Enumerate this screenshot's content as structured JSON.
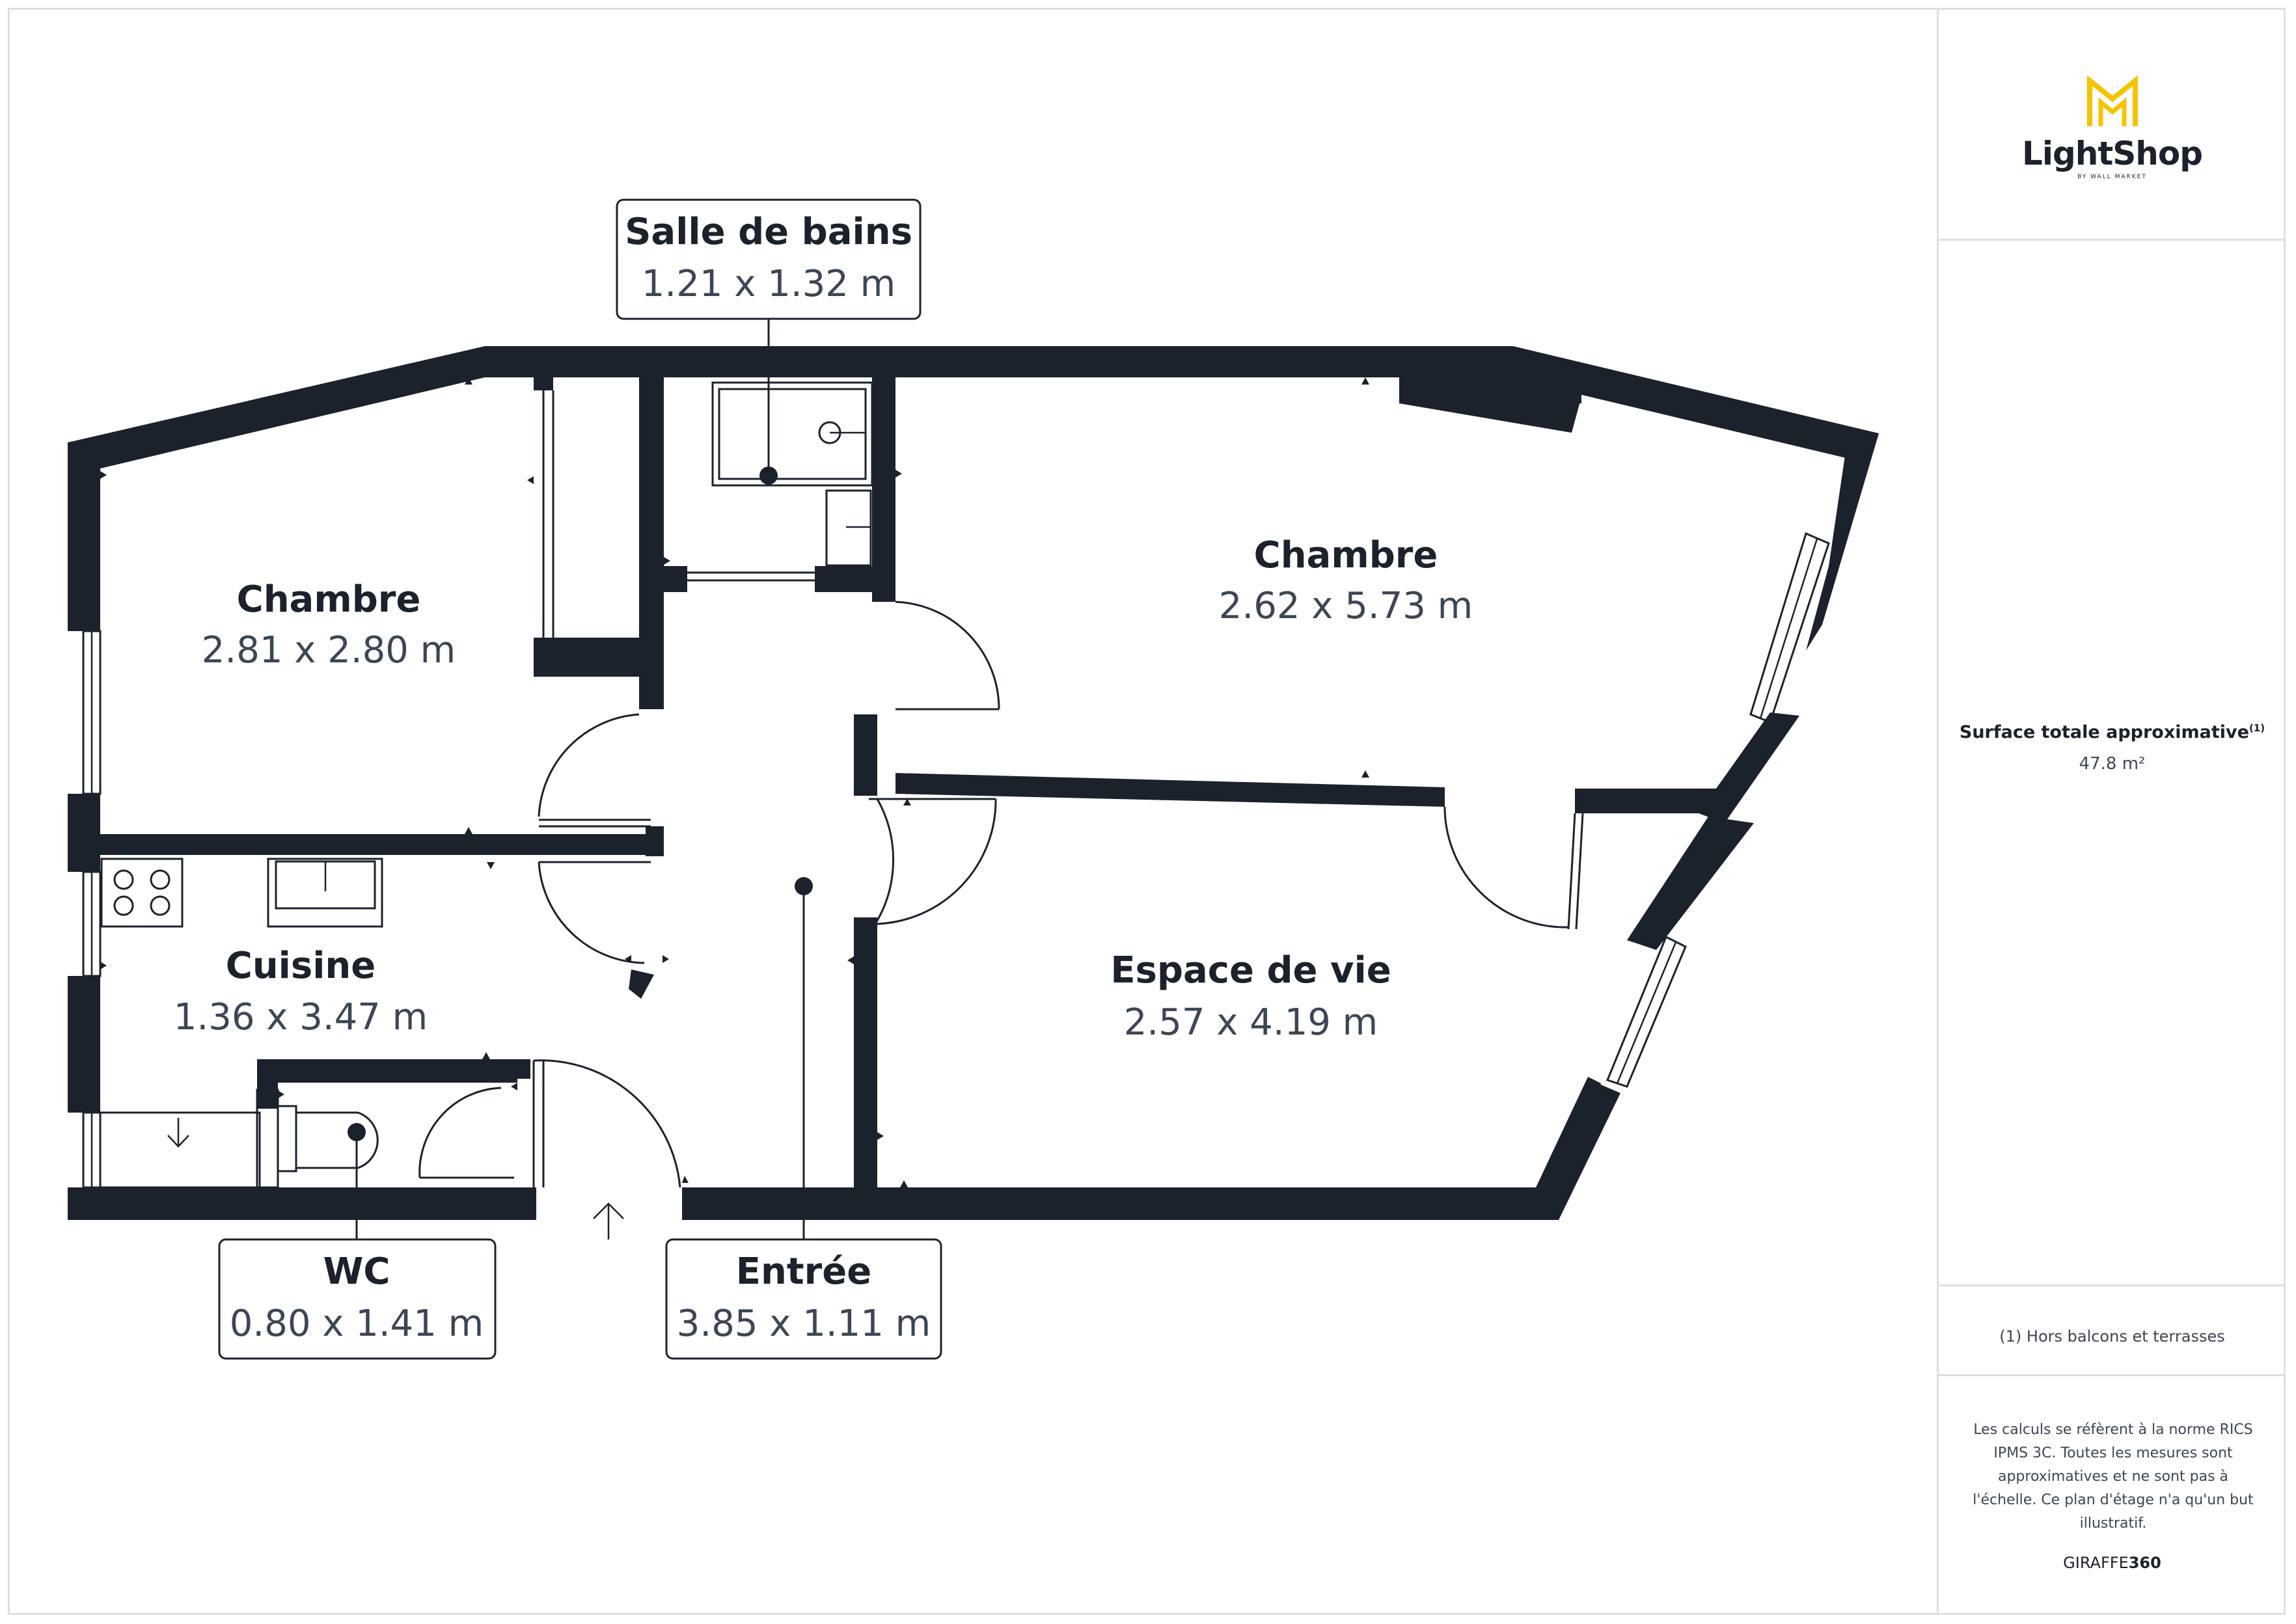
{
  "rooms": {
    "chambre_1": {
      "name": "Chambre",
      "dim": "2.81 x 2.80 m"
    },
    "chambre_2": {
      "name": "Chambre",
      "dim": "2.62 x 5.73 m"
    },
    "cuisine": {
      "name": "Cuisine",
      "dim": "1.36 x 3.47 m"
    },
    "espace_vie": {
      "name": "Espace de vie",
      "dim": "2.57 x 4.19 m"
    }
  },
  "callouts": {
    "salle_bains": {
      "name": "Salle de bains",
      "dim": "1.21 x 1.32 m"
    },
    "wc": {
      "name": "WC",
      "dim": "0.80 x 1.41 m"
    },
    "entree": {
      "name": "Entrée",
      "dim": "3.85 x 1.11 m"
    }
  },
  "sidebar": {
    "logo_text": "LightShop",
    "logo_sub": "BY WALL MARKET",
    "surface_label": "Surface totale approximative",
    "surface_sup": "(1)",
    "surface_value": "47.8 m²",
    "footnote": "(1) Hors balcons et terrasses",
    "disclaimer": "Les calculs se réfèrent à la norme RICS IPMS 3C. Toutes les mesures sont approximatives et ne sont pas à l'échelle. Ce plan d'étage n'a qu'un but illustratif.",
    "brand_prefix": "GIRAFFE",
    "brand_suffix": "360"
  },
  "colors": {
    "wall": "#1b222c",
    "accent": "#f5c400",
    "text_secondary": "#3c4654",
    "border": "#dcdfe4"
  }
}
